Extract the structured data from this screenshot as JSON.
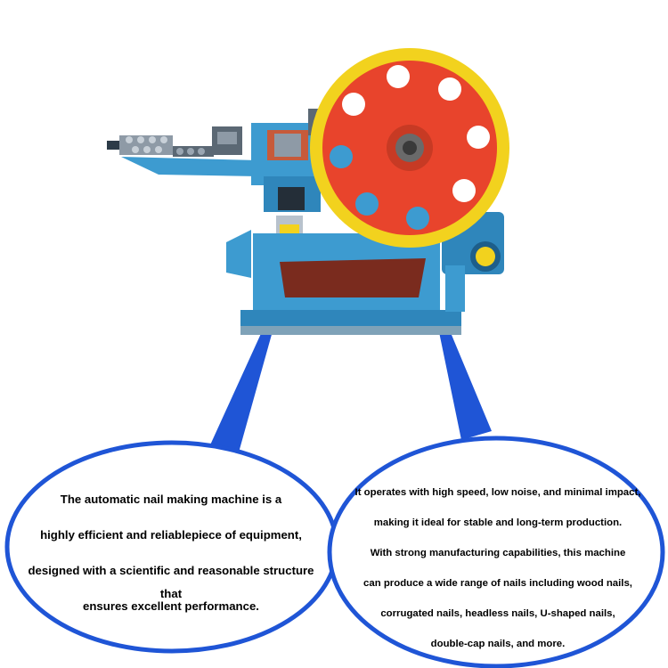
{
  "left_bubble": {
    "lines": [
      "The automatic nail making machine is a",
      "highly efficient and reliablepiece of equipment,",
      "designed with a scientific and reasonable structure that",
      "ensures excellent performance."
    ]
  },
  "right_bubble": {
    "lines": [
      "It operates with high speed, low noise, and minimal impact,",
      "making it ideal for stable and long-term production.",
      "With strong manufacturing capabilities, this machine",
      "can produce a wide range of nails including wood nails,",
      "corrugated nails, headless nails, U-shaped nails,",
      "double-cap nails, and more."
    ]
  },
  "colors": {
    "bubble_border": "#1f55d6",
    "machine_blue": "#3d9bd0",
    "flywheel_red": "#e8442c",
    "flywheel_rim": "#f2d21e"
  },
  "icons": [
    "nail-making-machine-photo"
  ]
}
